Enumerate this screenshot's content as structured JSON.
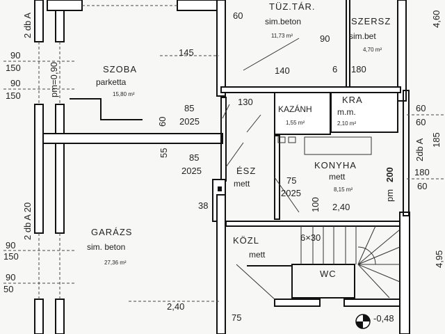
{
  "rooms": {
    "szoba": {
      "name": "SZOBA",
      "floor": "parketta",
      "area": "15,80 m²"
    },
    "tuz_tar": {
      "name": "TÜZ.TÁR.",
      "floor": "sim.beton",
      "area": "11,73 m²"
    },
    "szersz": {
      "name": "SZERSZ",
      "floor": "sim.bet",
      "area": "4,70 m²"
    },
    "kazanh": {
      "name": "KAZÁNH",
      "area": "1,55 m²"
    },
    "kra": {
      "name": "KRA",
      "floor": "m.m.",
      "area": "2,10 m²"
    },
    "esz": {
      "name": "ÉSZ",
      "floor": "mett"
    },
    "konyha": {
      "name": "KONYHA",
      "floor": "mett",
      "area": "8,15 m²"
    },
    "kozl": {
      "name": "KÖZL",
      "floor": "mett"
    },
    "wc": {
      "name": "WC"
    },
    "garazs": {
      "name": "GARÁZS",
      "floor": "sim. beton",
      "area": "27,36 m²"
    }
  },
  "dimensions": {
    "d60_top": "60",
    "d90": "90",
    "d180": "180",
    "d6": "6",
    "d140": "140",
    "d145": "145",
    "d85a": "85",
    "d2025a": "2025",
    "d130": "130",
    "d60_szoba": "60",
    "d55": "55",
    "d85b": "85",
    "d2025b": "2025",
    "d75_konyha": "75",
    "d2025_konyha": "2025",
    "d100": "100",
    "d240_konyha": "2,40",
    "d200": "200",
    "pm_konyha": "pm",
    "d38": "38",
    "d240_garazs": "2,40",
    "stairs": "6×30",
    "d75_bottom": "75",
    "level": "-0,48",
    "d460": "4,60",
    "d495": "4,95",
    "d185": "185",
    "right_60a": "60",
    "right_60b": "60",
    "right_180": "180",
    "right_60c": "60",
    "window_right": "2db A",
    "left_90a": "90",
    "left_150a": "150",
    "left_90b": "90",
    "left_150b": "150",
    "left_90c": "90",
    "left_150c": "150",
    "left_90d": "90",
    "left_50": "50",
    "window_left_top": "2 db A",
    "window_left_bottom": "2 db A 20",
    "pm_left": "pm=0,90"
  }
}
